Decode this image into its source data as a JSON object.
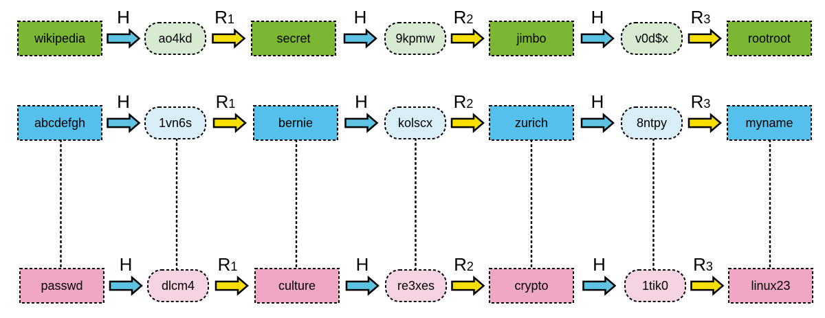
{
  "colors": {
    "green_box": "#7cb733",
    "green_hash": "#d9ead3",
    "blue_box": "#55c0eb",
    "blue_hash": "#daeef8",
    "pink_box": "#f0a6c5",
    "pink_hash": "#f6d3e3",
    "h_arrow": "#5ec3e2",
    "r_arrow": "#f7e000",
    "outline": "#000000"
  },
  "rows": [
    {
      "id": "row-1",
      "theme": "green",
      "show_labels": true,
      "nodes": [
        {
          "kind": "password",
          "text": "wikipedia"
        },
        {
          "kind": "hash",
          "text": "ao4kd"
        },
        {
          "kind": "password",
          "text": "secret"
        },
        {
          "kind": "hash",
          "text": "9kpmw"
        },
        {
          "kind": "password",
          "text": "jimbo"
        },
        {
          "kind": "hash",
          "text": "v0d$x"
        },
        {
          "kind": "password",
          "text": "rootroot"
        }
      ],
      "arrows": [
        {
          "type": "hash",
          "label": "H",
          "sub": ""
        },
        {
          "type": "reduce",
          "label": "R",
          "sub": "1"
        },
        {
          "type": "hash",
          "label": "H",
          "sub": ""
        },
        {
          "type": "reduce",
          "label": "R",
          "sub": "2"
        },
        {
          "type": "hash",
          "label": "H",
          "sub": ""
        },
        {
          "type": "reduce",
          "label": "R",
          "sub": "3"
        }
      ]
    },
    {
      "id": "row-2",
      "theme": "blue",
      "show_labels": true,
      "nodes": [
        {
          "kind": "password",
          "text": "abcdefgh"
        },
        {
          "kind": "hash",
          "text": "1vn6s"
        },
        {
          "kind": "password",
          "text": "bernie"
        },
        {
          "kind": "hash",
          "text": "kolscx"
        },
        {
          "kind": "password",
          "text": "zurich"
        },
        {
          "kind": "hash",
          "text": "8ntpy"
        },
        {
          "kind": "password",
          "text": "myname"
        }
      ],
      "arrows": [
        {
          "type": "hash",
          "label": "H",
          "sub": ""
        },
        {
          "type": "reduce",
          "label": "R",
          "sub": "1"
        },
        {
          "type": "hash",
          "label": "H",
          "sub": ""
        },
        {
          "type": "reduce",
          "label": "R",
          "sub": "2"
        },
        {
          "type": "hash",
          "label": "H",
          "sub": ""
        },
        {
          "type": "reduce",
          "label": "R",
          "sub": "3"
        }
      ]
    },
    {
      "id": "row-3",
      "theme": "pink",
      "show_labels": true,
      "nodes": [
        {
          "kind": "password",
          "text": "passwd"
        },
        {
          "kind": "hash",
          "text": "dlcm4"
        },
        {
          "kind": "password",
          "text": "culture"
        },
        {
          "kind": "hash",
          "text": "re3xes"
        },
        {
          "kind": "password",
          "text": "crypto"
        },
        {
          "kind": "hash",
          "text": "1tik0"
        },
        {
          "kind": "password",
          "text": "linux23"
        }
      ],
      "arrows": [
        {
          "type": "hash",
          "label": "H",
          "sub": ""
        },
        {
          "type": "reduce",
          "label": "R",
          "sub": "1"
        },
        {
          "type": "hash",
          "label": "H",
          "sub": ""
        },
        {
          "type": "reduce",
          "label": "R",
          "sub": "2"
        },
        {
          "type": "hash",
          "label": "H",
          "sub": ""
        },
        {
          "type": "reduce",
          "label": "R",
          "sub": "3"
        }
      ]
    }
  ],
  "links": [
    {
      "from_row": 1,
      "to_row": 2,
      "style": "dotted"
    }
  ]
}
